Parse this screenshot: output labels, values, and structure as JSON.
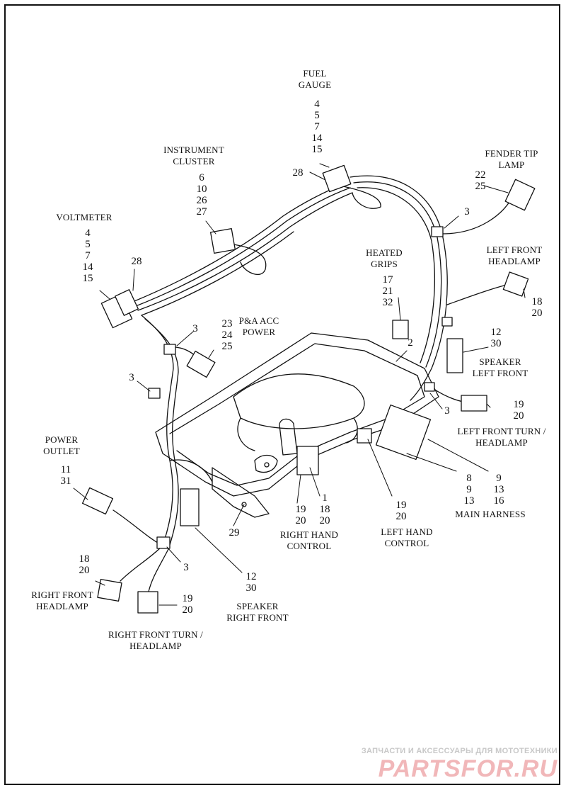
{
  "labels": {
    "fuel_gauge": {
      "title": [
        "FUEL",
        "GAUGE"
      ],
      "nums": [
        "4",
        "5",
        "7",
        "14",
        "15"
      ]
    },
    "fuel_gauge_28": "28",
    "instrument_cluster": {
      "title": [
        "INSTRUMENT",
        "CLUSTER"
      ],
      "nums": [
        "6",
        "10",
        "26",
        "27"
      ]
    },
    "fender_tip": {
      "title": [
        "FENDER TIP",
        "LAMP"
      ],
      "nums": [
        "22",
        "25"
      ]
    },
    "voltmeter": {
      "title": [
        "VOLTMETER"
      ],
      "nums": [
        "4",
        "5",
        "7",
        "14",
        "15"
      ]
    },
    "voltmeter_28": "28",
    "left_front_headlamp": {
      "title": [
        "LEFT FRONT",
        "HEADLAMP"
      ],
      "nums": [
        "18",
        "20"
      ]
    },
    "heated_grips": {
      "title": [
        "HEATED",
        "GRIPS"
      ],
      "nums": [
        "17",
        "21",
        "32"
      ]
    },
    "pa_acc_power": {
      "title": [
        "P&A ACC",
        "POWER"
      ],
      "nums": [
        "23",
        "24",
        "25"
      ]
    },
    "speaker_left_front": {
      "title": [
        "SPEAKER",
        "LEFT FRONT"
      ],
      "nums": [
        "12",
        "30"
      ]
    },
    "left_front_turn": {
      "title": [
        "LEFT FRONT TURN /",
        "HEADLAMP"
      ],
      "nums": [
        "19",
        "20"
      ]
    },
    "power_outlet": {
      "title": [
        "POWER",
        "OUTLET"
      ],
      "nums": [
        "11",
        "31"
      ]
    },
    "main_harness": {
      "title": [
        "MAIN HARNESS"
      ],
      "nums_a": [
        "8",
        "9",
        "13"
      ],
      "nums_b": [
        "9",
        "13",
        "16"
      ]
    },
    "right_hand_control": {
      "title": [
        "RIGHT HAND",
        "CONTROL"
      ],
      "nums": [
        "19",
        "20"
      ],
      "nums_b": [
        "1",
        "18",
        "20"
      ]
    },
    "left_hand_control": {
      "title": [
        "LEFT HAND",
        "CONTROL"
      ],
      "nums": [
        "19",
        "20"
      ]
    },
    "right_front_headlamp": {
      "title": [
        "RIGHT FRONT",
        "HEADLAMP"
      ],
      "nums": [
        "18",
        "20"
      ]
    },
    "right_front_turn": {
      "title": [
        "RIGHT FRONT TURN /",
        "HEADLAMP"
      ],
      "nums": [
        "19",
        "20"
      ]
    },
    "speaker_right_front": {
      "title": [
        "SPEAKER",
        "RIGHT FRONT"
      ],
      "nums": [
        "12",
        "30"
      ]
    },
    "clip_3": "3",
    "heated_2": "2",
    "bracket_29": "29"
  },
  "watermark": {
    "subtitle": "ЗАПЧАСТИ И АКСЕССУАРЫ ДЛЯ МОТОТЕХНИКИ",
    "logo": "PARTSFOR.RU"
  }
}
